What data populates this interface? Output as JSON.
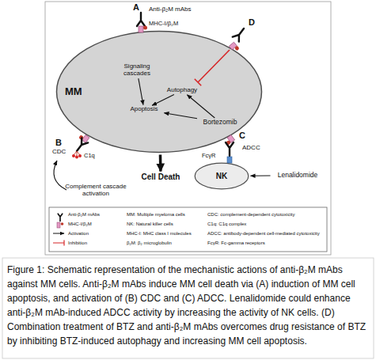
{
  "diagram": {
    "caption": "Figure 1: Schematic representation of the mechanistic actions of anti-β₂M mAbs against MM cells. Anti-β₂M mAbs induce MM cell death via (A) induction of MM cell apoptosis, and activation of (B) CDC and (C) ADCC. Lenalidomide could enhance anti-β₂M mAb-induced ADCC activity by increasing the activity of NK cells. (D) Combination treatment of BTZ and anti-β₂M mAbs overcomes drug resistance of BTZ by inhibiting BTZ-induced autophagy and increasing MM cell apoptosis.",
    "nodes": [
      {
        "text": [
          "MM"
        ]
      },
      {
        "text": [
          "Signaling cascades"
        ],
        "in": 0
      },
      {
        "text": [
          "Autophagy"
        ],
        "in": 0
      },
      {
        "text": [
          "Apoptosis"
        ],
        "in": 0
      },
      {
        "text": [
          "Bortezomib"
        ]
      },
      {
        "text": [
          "Cell Death"
        ]
      },
      {
        "text": [
          "NK"
        ]
      },
      {
        "text": [
          "Lenalidomide"
        ]
      },
      {
        "text": [
          "Complement cascade activation"
        ]
      }
    ],
    "edges": [
      {
        "from": 1,
        "to": 3,
        "arrow": "to"
      },
      {
        "from": 2,
        "to": 3,
        "arrow": "to"
      },
      {
        "from": 4,
        "to": 2,
        "arrow": "to"
      },
      {
        "from": 4,
        "to": 3,
        "arrow": "to"
      },
      {
        "from": 0,
        "to": 5,
        "arrow": "to"
      },
      {
        "from": 7,
        "to": 6,
        "arrow": "to"
      }
    ],
    "labels": [
      "A",
      "Anti-β₂M mAbs",
      "MHC-I/β₂M",
      "D",
      "B",
      "CDC",
      "C1q",
      "C",
      "ADCC",
      "FcγR"
    ],
    "legend": [
      {
        "text": "Anti-β₂M mAbs"
      },
      {
        "text": "MM: Multiple myeloma cells"
      },
      {
        "text": "CDC: complement-dependent cytotoxicity"
      },
      {
        "text": "MHC-I/β₂M"
      },
      {
        "text": "NK: Natural killer cells"
      },
      {
        "text": "C1q: C1q complex"
      },
      {
        "text": "Activation"
      },
      {
        "text": "MHC-I: MHC class I molecules"
      },
      {
        "text": "ADCC: antibody-dependent cell-mediated cytotoxicity"
      },
      {
        "text": "Inhibition"
      },
      {
        "text": "β₂M: β₂ microglobulin"
      },
      {
        "text": "FcγR: Fc-gamma receptors"
      }
    ]
  }
}
